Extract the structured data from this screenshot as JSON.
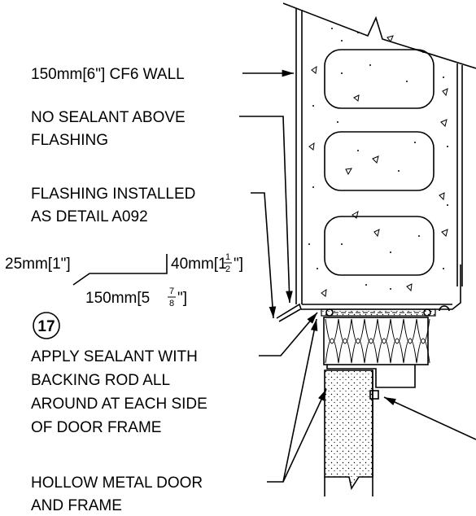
{
  "labels": {
    "wall": "150mm[6\"] CF6 WALL",
    "no_sealant_line1": "NO SEALANT ABOVE",
    "no_sealant_line2": "FLASHING",
    "flashing_line1": "FLASHING INSTALLED",
    "flashing_line2": "AS DETAIL A092",
    "apply_line1": "APPLY SEALANT WITH",
    "apply_line2": "BACKING ROD ALL",
    "apply_line3": "AROUND AT EACH SIDE",
    "apply_line4": "OF DOOR FRAME",
    "door_line1": "HOLLOW METAL DOOR",
    "door_line2": "AND FRAME"
  },
  "flashing_dims": {
    "left_leg": "25mm[1\"]",
    "right_leg_prefix": "40mm[1",
    "right_leg_frac_num": "1",
    "right_leg_frac_den": "2",
    "right_leg_suffix": "\"]",
    "bottom_prefix": "150mm[5",
    "bottom_frac_num": "7",
    "bottom_frac_den": "8",
    "bottom_suffix": "\"]"
  },
  "callout": {
    "number": "17"
  }
}
